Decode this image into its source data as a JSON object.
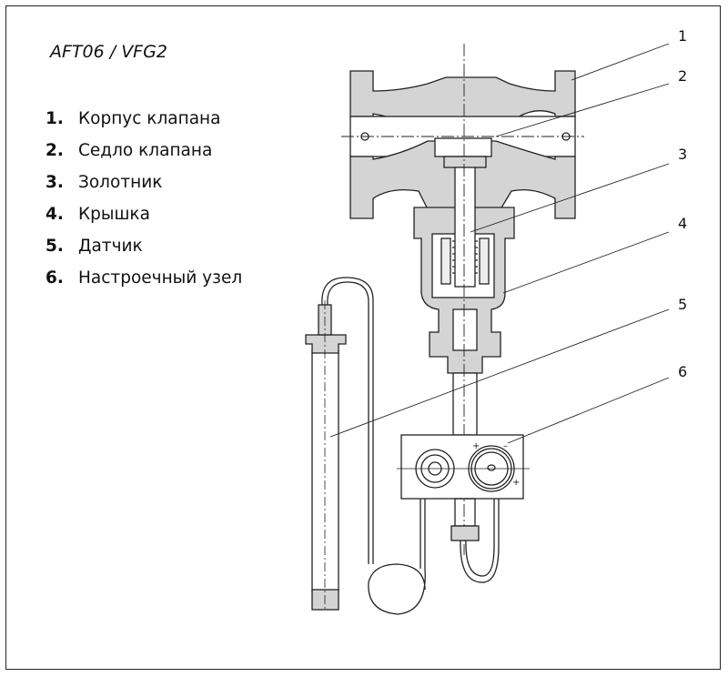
{
  "title": "AFT06 / VFG2",
  "legend": [
    {
      "num": "1.",
      "label": "Корпус клапана"
    },
    {
      "num": "2.",
      "label": "Седло клапана"
    },
    {
      "num": "3.",
      "label": "Золотник"
    },
    {
      "num": "4.",
      "label": "Крышка"
    },
    {
      "num": "5.",
      "label": "Датчик"
    },
    {
      "num": "6.",
      "label": "Настроечный узел"
    }
  ],
  "callouts": [
    "1",
    "2",
    "3",
    "4",
    "5",
    "6"
  ],
  "colors": {
    "fill": "#d4d4d4",
    "stroke": "#222222"
  }
}
